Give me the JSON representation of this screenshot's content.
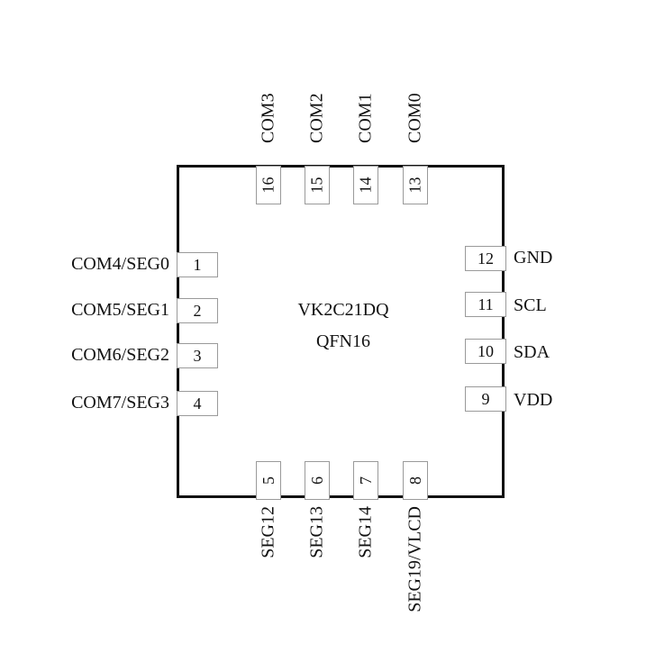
{
  "chip": {
    "name": "VK2C21DQ",
    "package": "QFN16"
  },
  "pins": {
    "p1": {
      "number": "1",
      "label": "COM4/SEG0"
    },
    "p2": {
      "number": "2",
      "label": "COM5/SEG1"
    },
    "p3": {
      "number": "3",
      "label": "COM6/SEG2"
    },
    "p4": {
      "number": "4",
      "label": "COM7/SEG3"
    },
    "p5": {
      "number": "5",
      "label": "SEG12"
    },
    "p6": {
      "number": "6",
      "label": "SEG13"
    },
    "p7": {
      "number": "7",
      "label": "SEG14"
    },
    "p8": {
      "number": "8",
      "label": "SEG19/VLCD"
    },
    "p9": {
      "number": "9",
      "label": "VDD"
    },
    "p10": {
      "number": "10",
      "label": "SDA"
    },
    "p11": {
      "number": "11",
      "label": "SCL"
    },
    "p12": {
      "number": "12",
      "label": "GND"
    },
    "p13": {
      "number": "13",
      "label": "COM0"
    },
    "p14": {
      "number": "14",
      "label": "COM1"
    },
    "p15": {
      "number": "15",
      "label": "COM2"
    },
    "p16": {
      "number": "16",
      "label": "COM3"
    }
  }
}
